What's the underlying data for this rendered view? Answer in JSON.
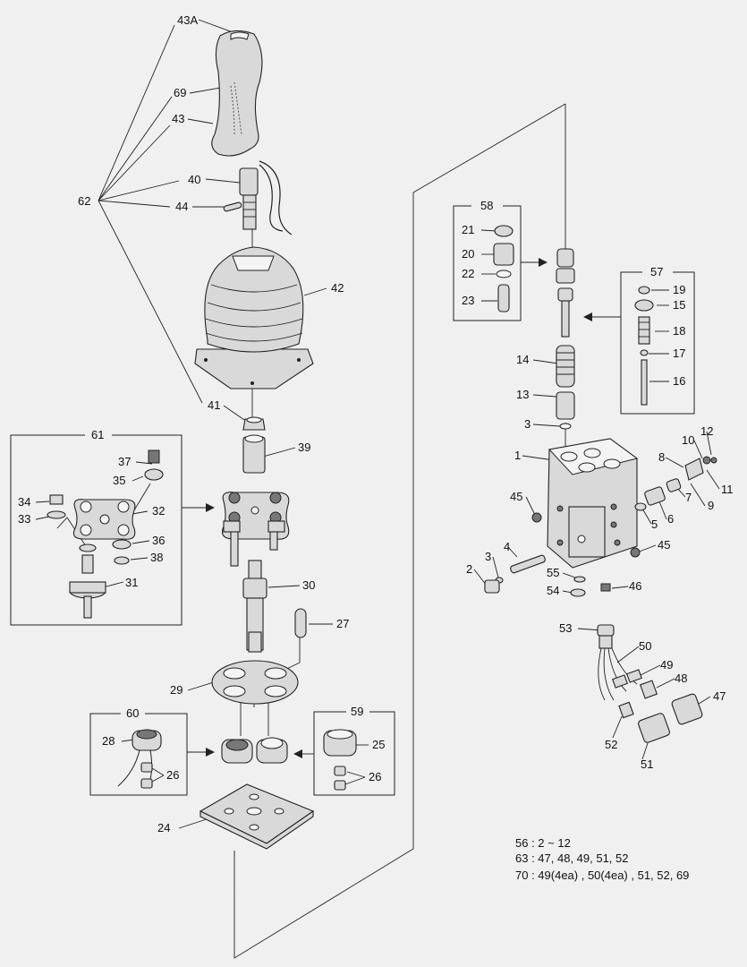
{
  "diagram": {
    "callouts": {
      "c43A": "43A",
      "c69": "69",
      "c43": "43",
      "c40": "40",
      "c44": "44",
      "c62": "62",
      "c42": "42",
      "c41": "41",
      "c39": "39",
      "c61": "61",
      "c37": "37",
      "c35": "35",
      "c34": "34",
      "c33": "33",
      "c32": "32",
      "c36": "36",
      "c38": "38",
      "c31": "31",
      "c30": "30",
      "c27": "27",
      "c29": "29",
      "c60": "60",
      "c28": "28",
      "c26a": "26",
      "c59": "59",
      "c25": "25",
      "c26b": "26",
      "c24": "24",
      "c58": "58",
      "c21": "21",
      "c20": "20",
      "c22": "22",
      "c23": "23",
      "c57": "57",
      "c19": "19",
      "c15": "15",
      "c18": "18",
      "c17": "17",
      "c16": "16",
      "c14": "14",
      "c13": "13",
      "c3a": "3",
      "c1": "1",
      "c12": "12",
      "c10": "10",
      "c8": "8",
      "c11": "11",
      "c7": "7",
      "c9": "9",
      "c6": "6",
      "c5": "5",
      "c45a": "45",
      "c45b": "45",
      "c4": "4",
      "c3b": "3",
      "c2": "2",
      "c55": "55",
      "c54": "54",
      "c46": "46",
      "c53": "53",
      "c50": "50",
      "c49": "49",
      "c48": "48",
      "c47": "47",
      "c52": "52",
      "c51": "51"
    },
    "notes": [
      "56 : 2 ~ 12",
      "63 : 47, 48, 49, 51, 52",
      "70 : 49(4ea) , 50(4ea) , 51, 52, 69"
    ],
    "colors": {
      "line": "#222222",
      "part_fill": "#d9d9d9",
      "background": "#f0f0f0"
    }
  }
}
